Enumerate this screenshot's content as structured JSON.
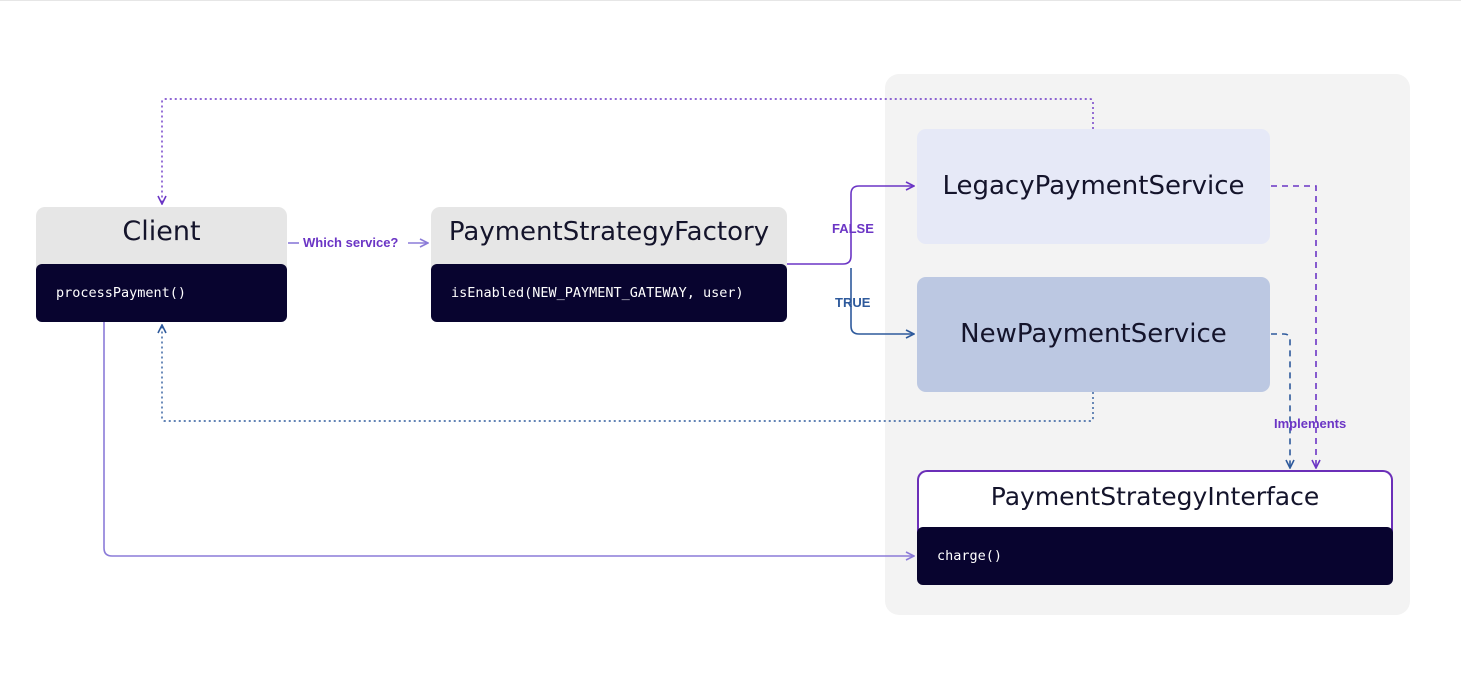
{
  "nodes": {
    "client": {
      "title": "Client",
      "method": "processPayment()"
    },
    "factory": {
      "title": "PaymentStrategyFactory",
      "method": "isEnabled(NEW_PAYMENT_GATEWAY, user)"
    },
    "legacy": {
      "title": "LegacyPaymentService"
    },
    "new_service": {
      "title": "NewPaymentService"
    },
    "interface": {
      "title": "PaymentStrategyInterface",
      "method": "charge()"
    }
  },
  "edges": {
    "client_to_factory": "Which service?",
    "false_branch": "FALSE",
    "true_branch": "TRUE",
    "implements": "Implements"
  },
  "colors": {
    "purple": "#6b35c5",
    "blue": "#2e5a9c",
    "lavender": "#8b7bd8",
    "dark_navy": "#08042f"
  }
}
